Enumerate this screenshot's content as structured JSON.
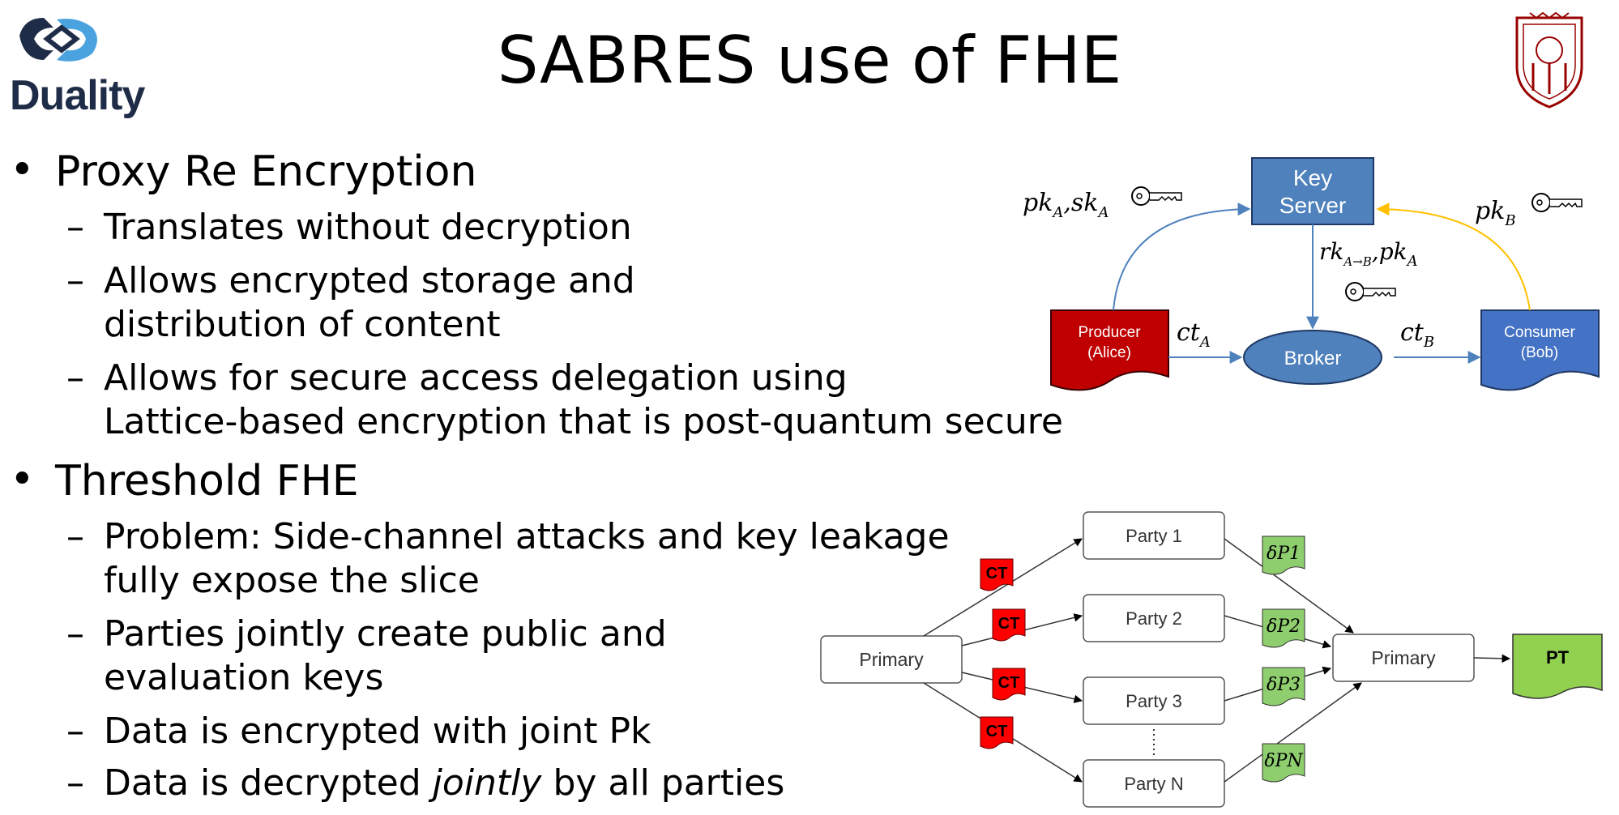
{
  "title": "SABRES use of FHE",
  "logo_text": "Duality",
  "sections": [
    {
      "heading": "Proxy Re Encryption",
      "items": [
        [
          "Translates  without decryption"
        ],
        [
          "Allows encrypted storage and",
          "distribution of content"
        ],
        [
          "Allows for secure access delegation using",
          "Lattice-based encryption that is post-quantum secure"
        ]
      ]
    },
    {
      "heading": "Threshold FHE",
      "items": [
        [
          "Problem: Side-channel attacks and key leakage",
          "fully expose the slice"
        ],
        [
          "Parties jointly create public and",
          "evaluation keys"
        ],
        [
          "Data is encrypted with joint Pk"
        ],
        [
          "Data is decrypted ",
          "jointly",
          " by all parties"
        ]
      ]
    }
  ],
  "pre_diagram": {
    "key_server": [
      "Key",
      "Server"
    ],
    "producer": [
      "Producer",
      "(Alice)"
    ],
    "consumer": [
      "Consumer",
      "(Bob)"
    ],
    "broker": "Broker",
    "label_pk_sk_a": "pk_A, sk_A",
    "label_pk_b": "pk_B",
    "label_rk": "rk_{A→B}, pk_A",
    "label_ct_a": "ct_A",
    "label_ct_b": "ct_B",
    "colors": {
      "key_server": "#4f81bd",
      "producer": "#c00000",
      "consumer": "#4472c4",
      "broker": "#4f81bd",
      "arrow_blue": "#4f81bd",
      "arrow_yellow": "#ffc000"
    }
  },
  "threshold_diagram": {
    "primary_left": "Primary",
    "primary_right": "Primary",
    "parties": [
      "Party 1",
      "Party 2",
      "Party 3",
      "Party N"
    ],
    "ct_label": "CT",
    "partial_labels": [
      "δP1",
      "δP2",
      "δP3",
      "δPN"
    ],
    "pt_label": "PT",
    "colors": {
      "ct": "#ff0000",
      "partial": "#8fce6e",
      "pt": "#92d050"
    }
  }
}
